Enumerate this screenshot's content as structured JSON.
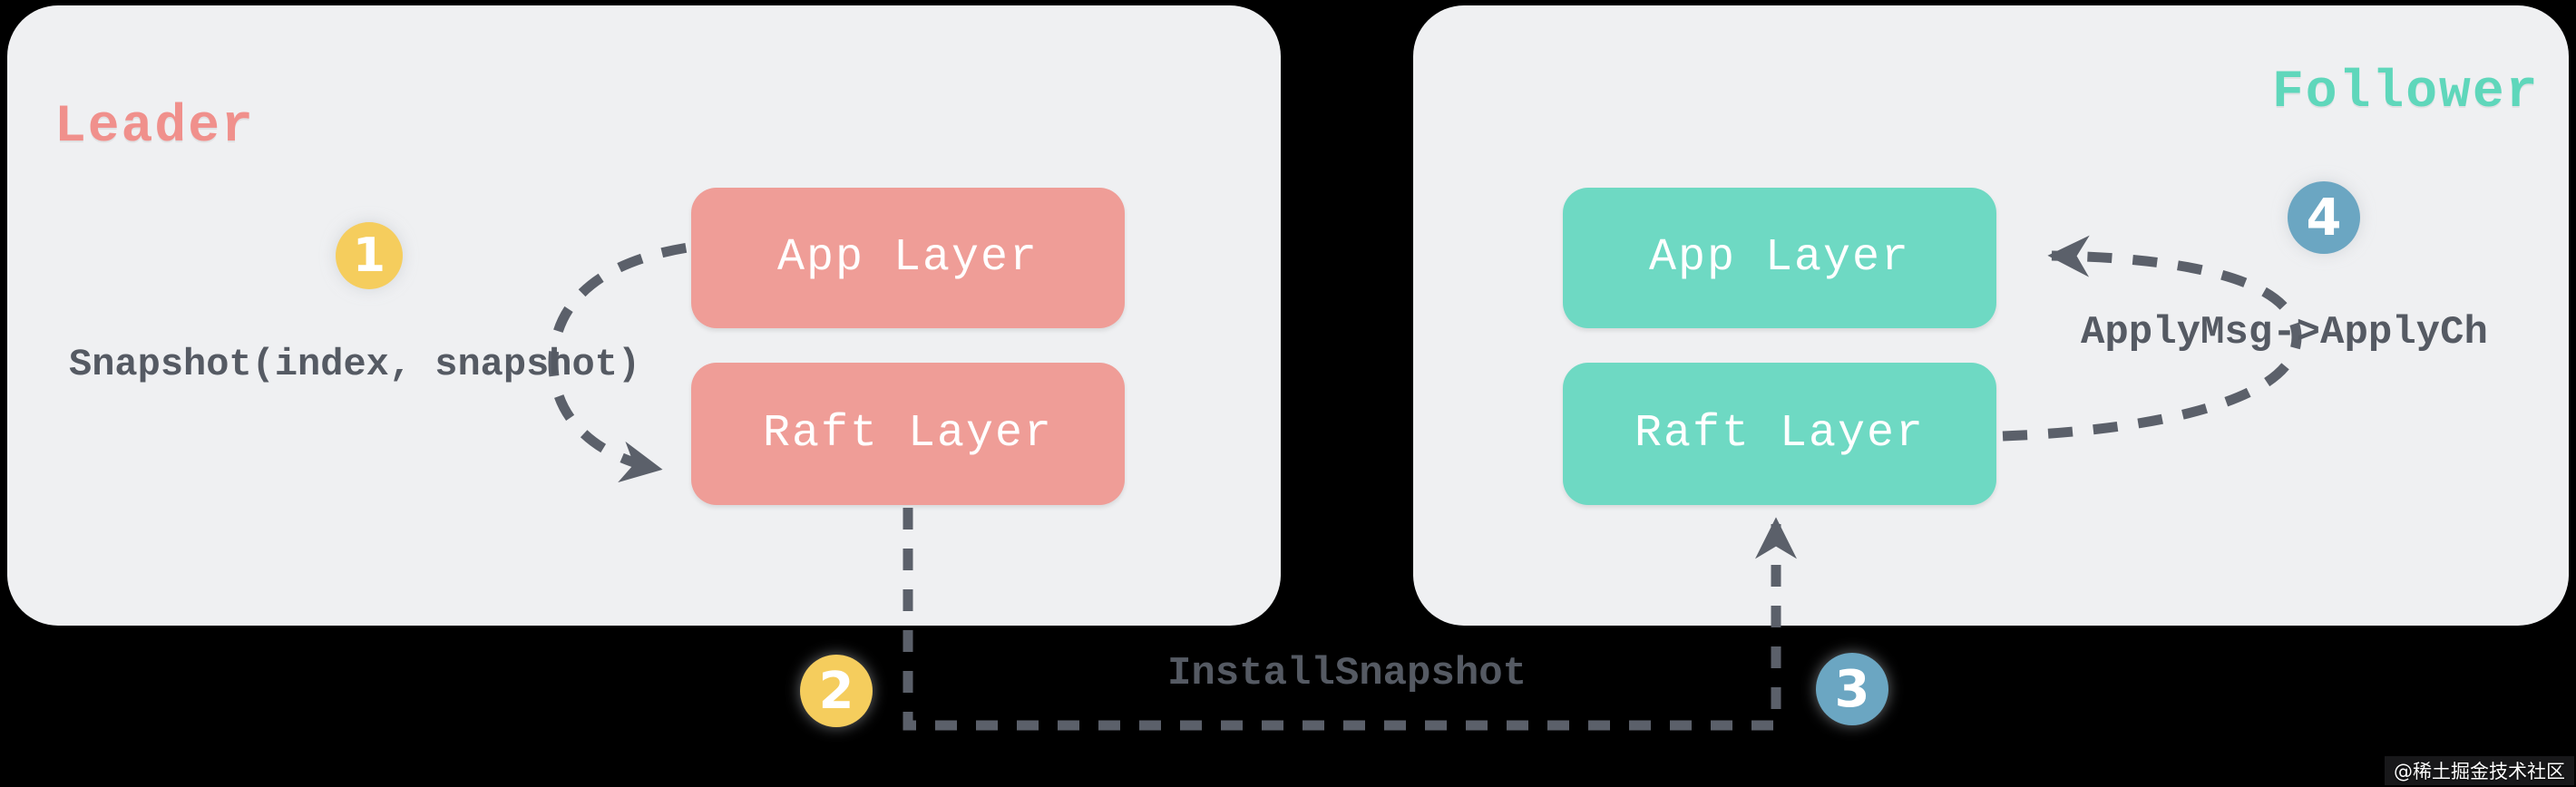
{
  "diagram": {
    "leader": {
      "title": "Leader",
      "app_box": "App Layer",
      "raft_box": "Raft Layer",
      "call_label": "Snapshot(index, snapshot)"
    },
    "follower": {
      "title": "Follower",
      "app_box": "App Layer",
      "raft_box": "Raft Layer",
      "apply_label": "ApplyMsg->ApplyCh"
    },
    "rpc_label": "InstallSnapshot",
    "steps": [
      {
        "number": "1",
        "color": "#f5cd5d"
      },
      {
        "number": "2",
        "color": "#f5cd5d"
      },
      {
        "number": "3",
        "color": "#6ba6c2"
      },
      {
        "number": "4",
        "color": "#6ba6c2"
      }
    ],
    "watermark": "@稀土掘金技术社区",
    "colors": {
      "panel_bg": "#eff0f2",
      "leader_accent": "#ef9d97",
      "leader_title": "#f0908c",
      "follower_accent": "#6ed9c3",
      "follower_title": "#5fd7bb",
      "step_yellow": "#f5cd5d",
      "step_blue": "#6ba6c2",
      "dash": "#5b606a",
      "text_dark": "#555a63"
    }
  }
}
